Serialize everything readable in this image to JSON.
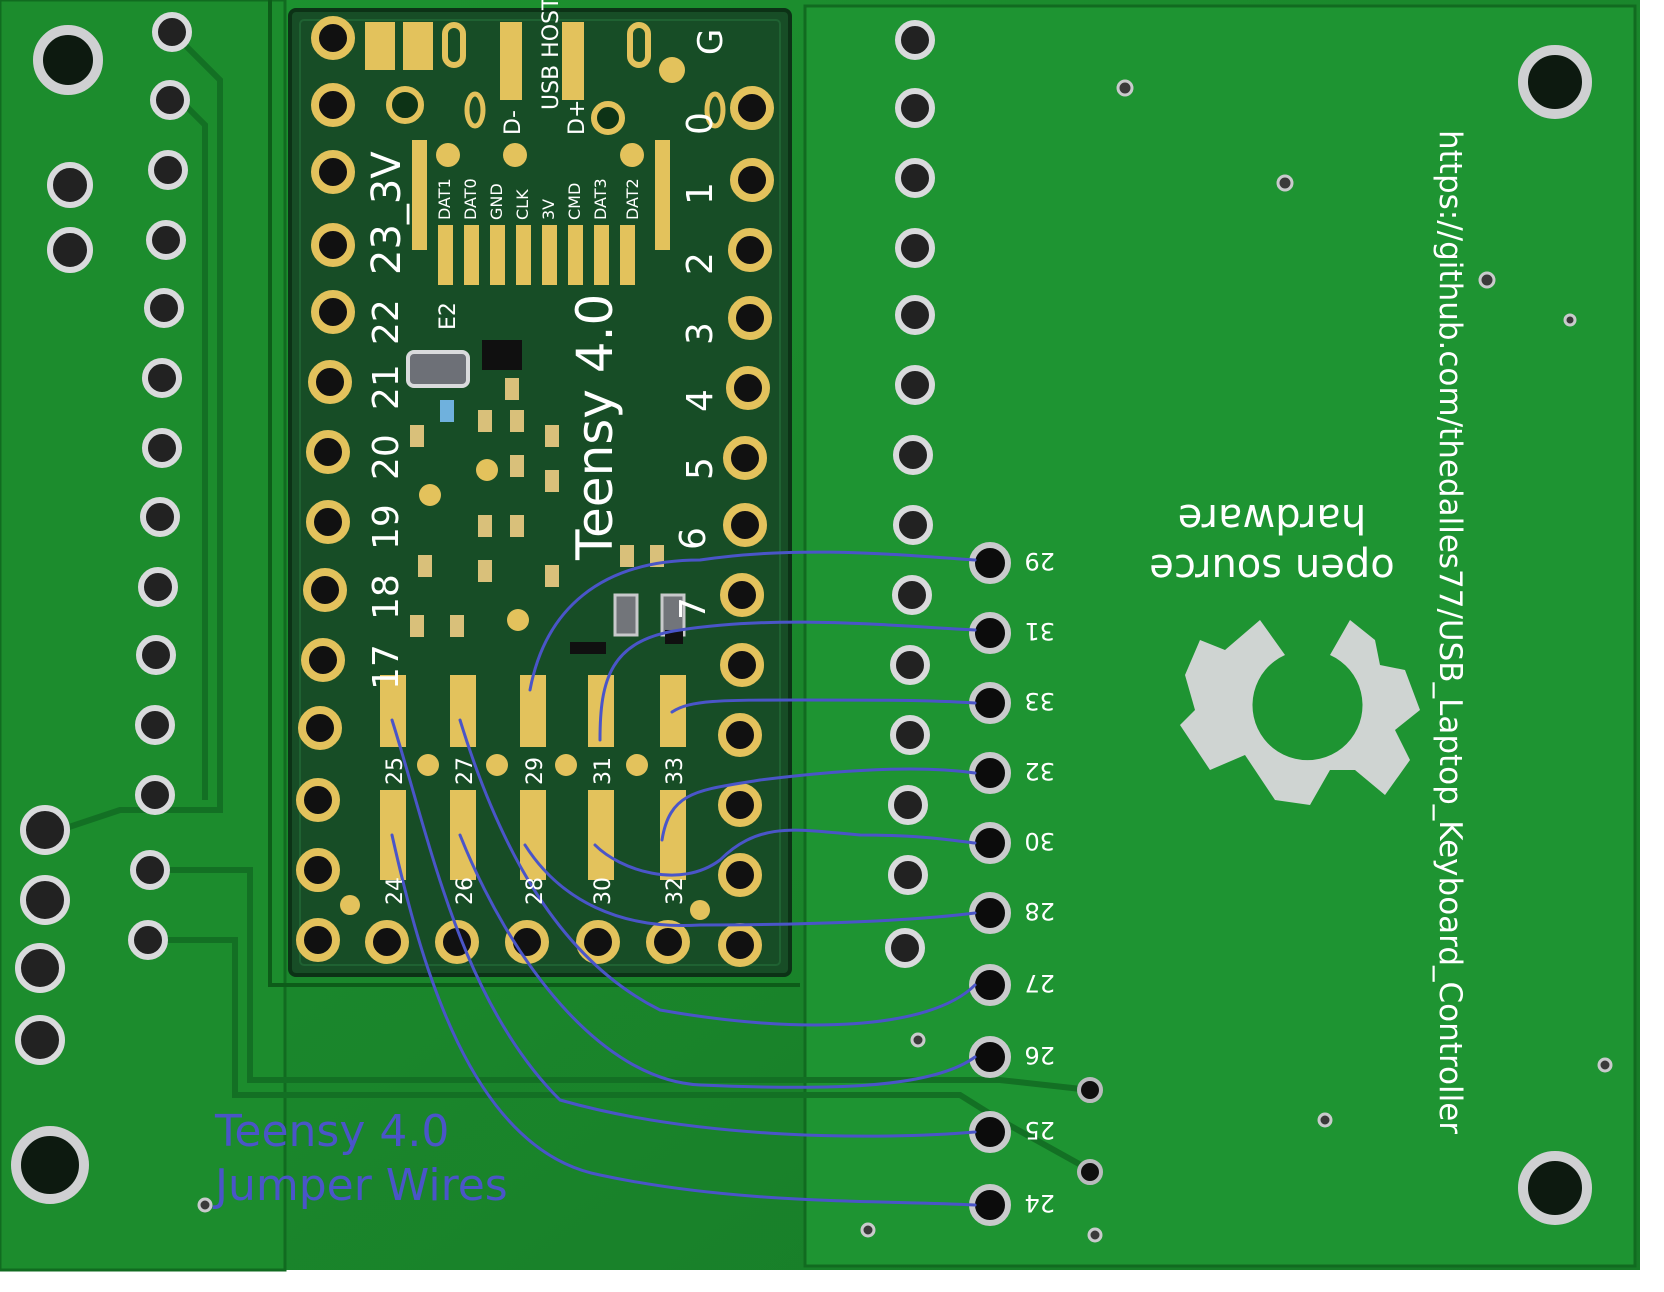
{
  "colors": {
    "board": "#1b8a2c",
    "board_dark": "#0f5a1c",
    "teensy_board": "#174d26",
    "gold": "#e3c25c",
    "silk": "#ffffff",
    "wire": "#4a55c8",
    "background": "#ffffff"
  },
  "teensy": {
    "name": "Teensy 4.0",
    "usb_label": "USB HOST",
    "usb_pins": [
      "D-",
      "D+"
    ],
    "voltage_label": "23_3V",
    "ground_label": "G",
    "sd_labels": [
      "DAT1",
      "DAT0",
      "GND",
      "CLK",
      "3V",
      "CMD",
      "DAT3",
      "DAT2"
    ],
    "e2_label": "E2",
    "left_pin_labels": [
      "22",
      "21",
      "20",
      "19",
      "18",
      "17"
    ],
    "right_pin_labels": [
      "0",
      "1",
      "2",
      "3",
      "4",
      "5",
      "6",
      "7"
    ],
    "top_pad_labels": [
      "25",
      "27",
      "29",
      "31",
      "33"
    ],
    "bottom_pad_labels": [
      "24",
      "26",
      "28",
      "30",
      "32"
    ]
  },
  "board": {
    "url": "https://github.com/thedalles77/USB_Laptop_Keyboard_Controller",
    "oshw_text": [
      "open source",
      "hardware"
    ],
    "header_labels": [
      "29",
      "31",
      "33",
      "32",
      "30",
      "28",
      "27",
      "26",
      "25",
      "24"
    ]
  },
  "caption": {
    "line1": "Teensy 4.0",
    "line2": "Jumper Wires"
  }
}
